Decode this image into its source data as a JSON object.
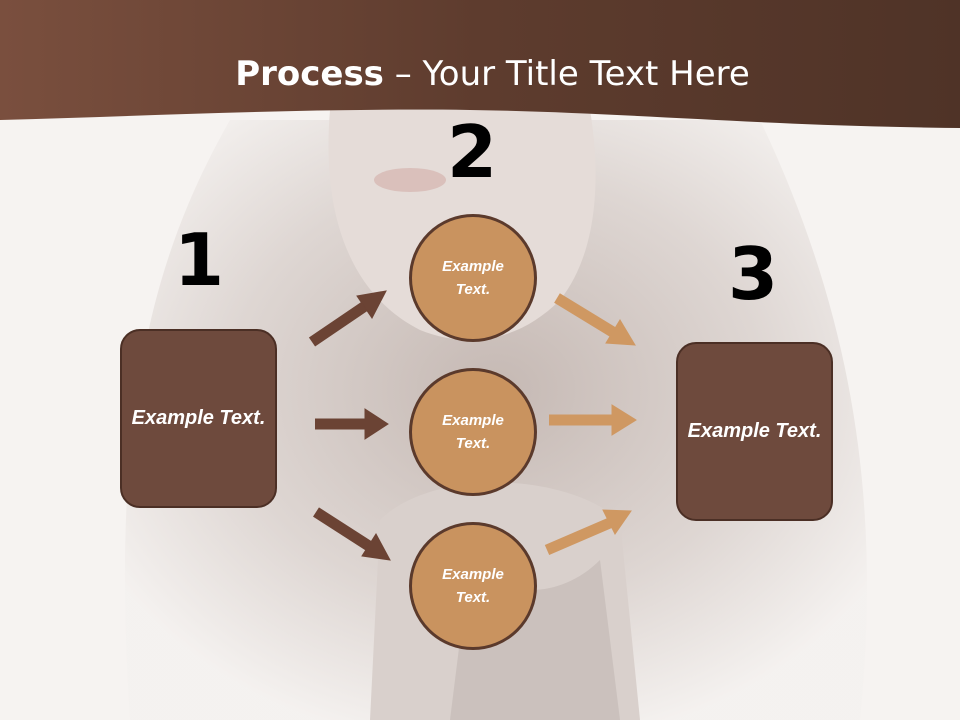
{
  "slide": {
    "title_bold": "Process",
    "title_rest": " – Your Title Text Here",
    "colors": {
      "banner": "#5e3c2e",
      "dark_box": "#6e4a3d",
      "circle": "#c9935f",
      "dark_arrow": "#6b4334",
      "light_arrow": "#cf9862"
    }
  },
  "steps": {
    "one": {
      "number": "1",
      "text": "Example Text."
    },
    "two": {
      "number": "2",
      "items": [
        {
          "text": "Example Text."
        },
        {
          "text": "Example Text."
        },
        {
          "text": "Example Text."
        }
      ]
    },
    "three": {
      "number": "3",
      "text": "Example Text."
    }
  }
}
